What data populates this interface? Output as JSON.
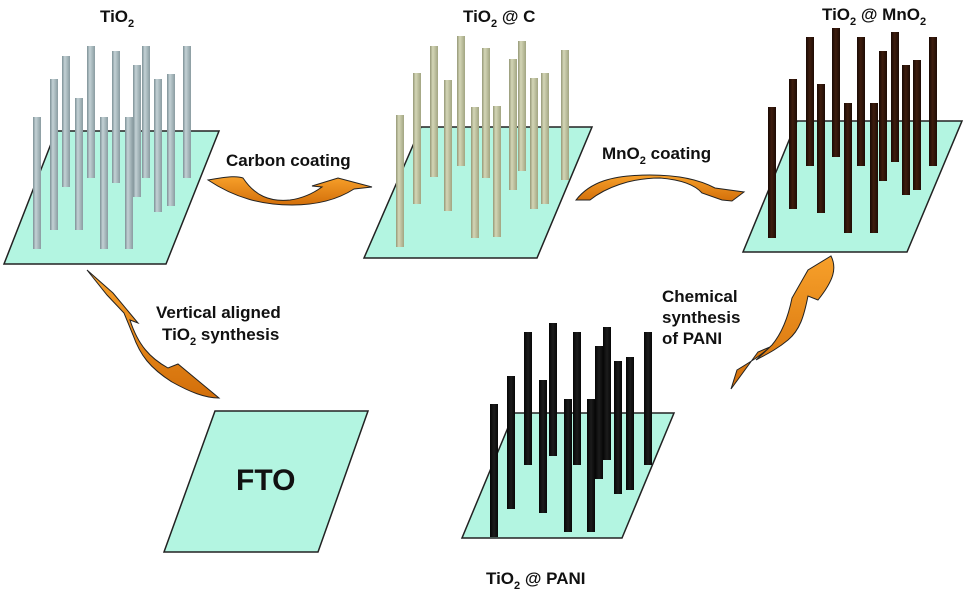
{
  "figure": {
    "description": "Schematic of stepwise fabrication of TiO2@PANI nanorod arrays on FTO",
    "colors": {
      "substrate": "#b3f5e1",
      "substrate_edge": "#222222",
      "rod_tio2": "#9fb0b5",
      "rod_tio2_c": "#b9bb98",
      "rod_tio2_mno2": "#2b1309",
      "rod_tio2_pani": "#111111",
      "arrow_fill": "#f08a18",
      "arrow_dark": "#c76a0c"
    },
    "panels": [
      {
        "id": "tio2",
        "title_main": "TiO",
        "title_sub": "2",
        "title_rest": ""
      },
      {
        "id": "tio2-c",
        "title_main": "TiO",
        "title_sub": "2",
        "title_rest": " @ C"
      },
      {
        "id": "tio2-mno2",
        "title_main": "TiO",
        "title_sub": "2",
        "title_rest": " @ MnO",
        "title_sub2": "2"
      },
      {
        "id": "tio2-pani",
        "title_main": "TiO",
        "title_sub": "2",
        "title_rest": " @ PANI"
      },
      {
        "id": "fto",
        "label": "FTO"
      }
    ],
    "steps": [
      {
        "id": "step-synthesis",
        "line1": "Vertical aligned",
        "line2_main": "TiO",
        "line2_sub": "2",
        "line2_rest": " synthesis"
      },
      {
        "id": "step-carbon",
        "label": "Carbon coating"
      },
      {
        "id": "step-mno2",
        "label_main": "MnO",
        "label_sub": "2",
        "label_rest": " coating"
      },
      {
        "id": "step-pani",
        "line1": "Chemical",
        "line2": "synthesis",
        "line3": "of PANI"
      }
    ]
  }
}
